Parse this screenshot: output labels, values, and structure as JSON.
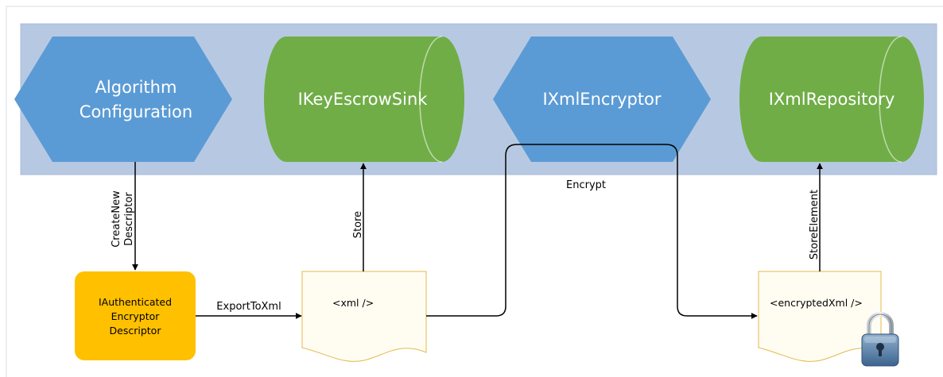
{
  "nodes": {
    "algorithm_configuration": {
      "line1": "Algorithm",
      "line2": "Configuration"
    },
    "key_escrow_sink": {
      "label": "IKeyEscrowSink"
    },
    "xml_encryptor": {
      "label": "IXmlEncryptor"
    },
    "xml_repository": {
      "label": "IXmlRepository"
    },
    "authenticated_descriptor": {
      "line1": "IAuthenticated",
      "line2": "Encryptor",
      "line3": "Descriptor"
    },
    "xml_doc": {
      "label": "<xml />"
    },
    "encrypted_xml_doc": {
      "label": "<encryptedXml />"
    }
  },
  "edges": {
    "create_new_descriptor": {
      "line1": "CreateNew",
      "line2": "Descriptor"
    },
    "store": {
      "label": "Store"
    },
    "export_to_xml": {
      "label": "ExportToXml"
    },
    "encrypt": {
      "label": "Encrypt"
    },
    "store_element": {
      "label": "StoreElement"
    }
  },
  "colors": {
    "band": "#b7c9e2",
    "band_border": "#a8bcd8",
    "hexagon": "#5b9bd5",
    "cylinder": "#70ad47",
    "descriptor_box": "#ffc000",
    "document_fill": "#fffdf2",
    "document_border": "#e3b94a",
    "line": "#000000"
  },
  "icons": {
    "lock": "padlock-icon"
  }
}
